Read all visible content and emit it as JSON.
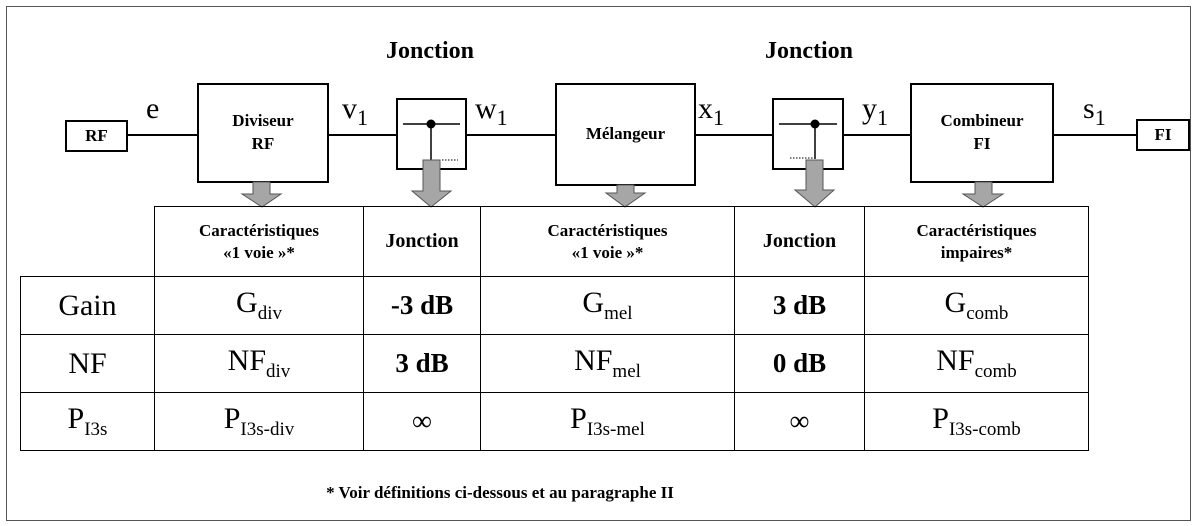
{
  "chain": {
    "input": "RF",
    "output": "FI",
    "signals": {
      "e": "e",
      "v_main": "v",
      "v_sub": "1",
      "w_main": "w",
      "w_sub": "1",
      "x_main": "x",
      "x_sub": "1",
      "y_main": "y",
      "y_sub": "1",
      "s_main": "s",
      "s_sub": "1"
    },
    "blocks": {
      "divider": {
        "line1": "Diviseur",
        "line2": "RF"
      },
      "junction1": {
        "caption": "Jonction"
      },
      "mixer": {
        "line1": "Mélangeur"
      },
      "junction2": {
        "caption": "Jonction"
      },
      "combiner": {
        "line1": "Combineur",
        "line2": "FI"
      }
    }
  },
  "table": {
    "headers": {
      "col1": {
        "line1": "Caractéristiques",
        "line2": "«1 voie »*"
      },
      "col2": "Jonction",
      "col3": {
        "line1": "Caractéristiques",
        "line2": "«1 voie »*"
      },
      "col4": "Jonction",
      "col5": {
        "line1": "Caractéristiques",
        "line2": "impaires*"
      }
    },
    "rows": {
      "gain": {
        "label": "Gain",
        "c1_main": "G",
        "c1_sub": "div",
        "c2": "-3 dB",
        "c3_main": "G",
        "c3_sub": "mel",
        "c4": "3 dB",
        "c5_main": "G",
        "c5_sub": "comb"
      },
      "nf": {
        "label": "NF",
        "c1_main": "NF",
        "c1_sub": "div",
        "c2": "3 dB",
        "c3_main": "NF",
        "c3_sub": "mel",
        "c4": "0 dB",
        "c5_main": "NF",
        "c5_sub": "comb"
      },
      "pi3s": {
        "label_main": "P",
        "label_sub": "I3s",
        "c1_main": "P",
        "c1_sub": "I3s-div",
        "c2": "∞",
        "c3_main": "P",
        "c3_sub": "I3s-mel",
        "c4": "∞",
        "c5_main": "P",
        "c5_sub": "I3s-comb"
      }
    }
  },
  "footnote": "* Voir définitions ci-dessous et au paragraphe II",
  "colors": {
    "arrow_fill": "#a6a6a6",
    "line": "#000000"
  }
}
